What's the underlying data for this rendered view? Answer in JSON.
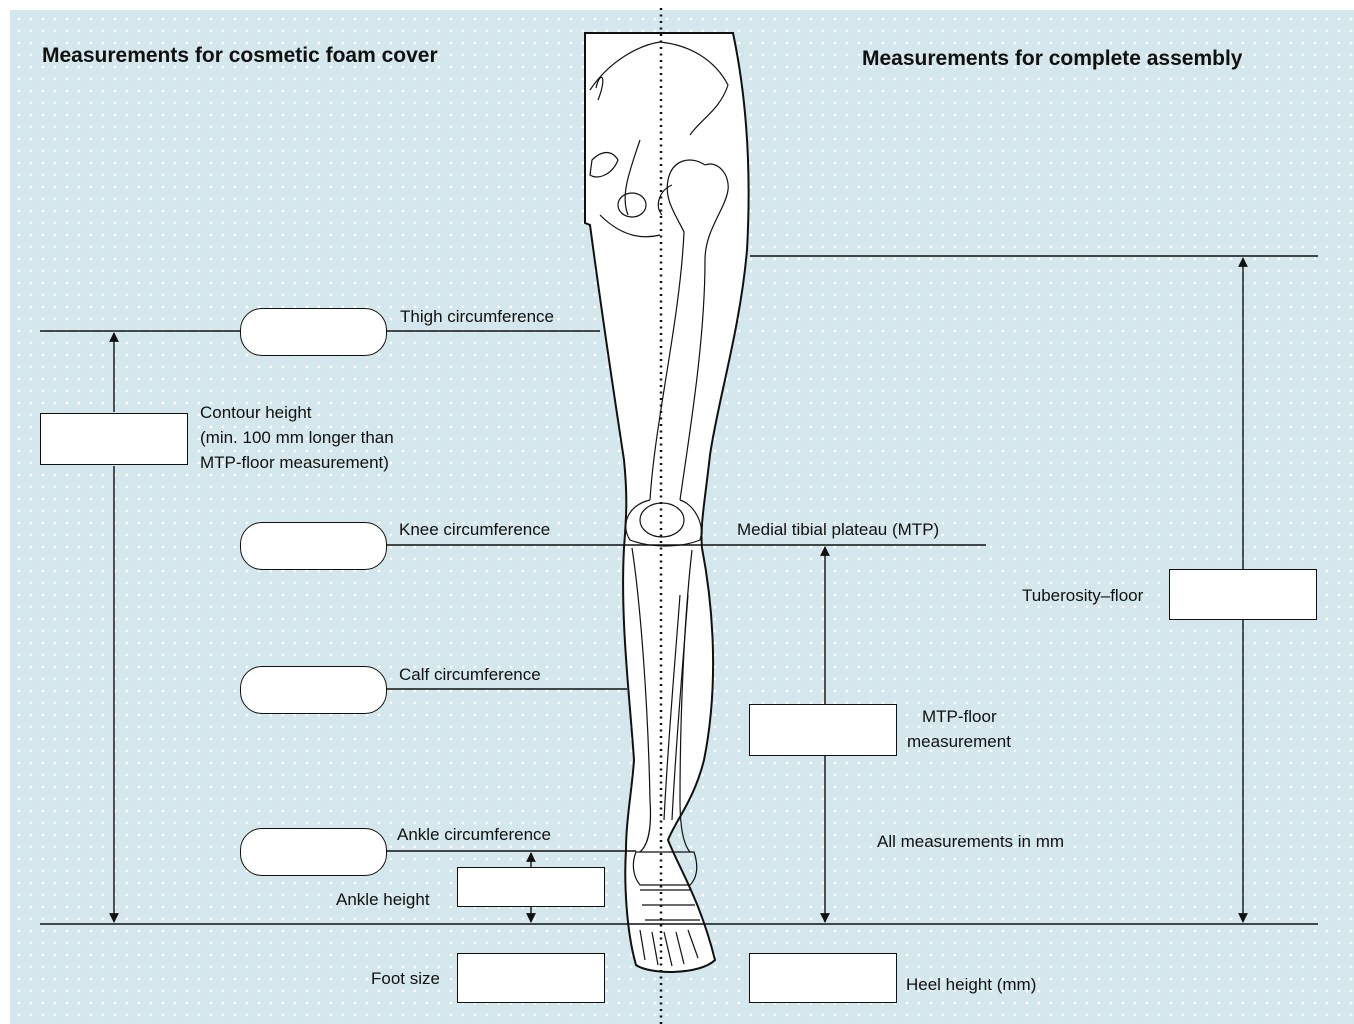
{
  "titles": {
    "left": "Measurements for cosmetic foam cover",
    "right": "Measurements for complete assembly"
  },
  "labels": {
    "thigh": "Thigh circumference",
    "contour_line1": "Contour height",
    "contour_line2": "(min. 100 mm longer than",
    "contour_line3": "MTP-floor measurement)",
    "knee": "Knee circumference",
    "mtp": "Medial tibial plateau (MTP)",
    "tuberosity": "Tuberosity–floor",
    "calf": "Calf circumference",
    "mtp_floor_line1": "MTP-floor",
    "mtp_floor_line2": "measurement",
    "ankle_circ": "Ankle circumference",
    "all_measurements": "All measurements in mm",
    "ankle_height": "Ankle height",
    "foot_size": "Foot size",
    "heel_height": "Heel height (mm)"
  },
  "fields": {
    "thigh_circumference": "",
    "contour_height": "",
    "knee_circumference": "",
    "calf_circumference": "",
    "ankle_circumference": "",
    "ankle_height": "",
    "foot_size": "",
    "mtp_floor": "",
    "tuberosity_floor": "",
    "heel_height": ""
  },
  "colors": {
    "background": "#d3e7ec",
    "dots": "#ffffff",
    "lines": "#111111"
  }
}
